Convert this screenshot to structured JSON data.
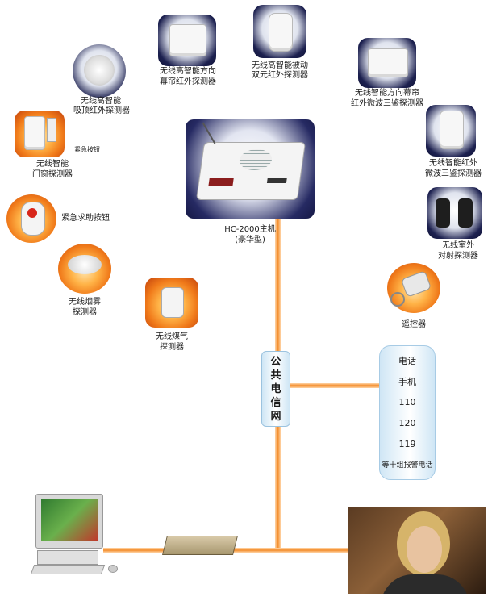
{
  "host": {
    "label_line1": "HC-2000主机",
    "label_line2": "(豪华型)"
  },
  "network": {
    "chars": [
      "公",
      "共",
      "电",
      "信",
      "网"
    ]
  },
  "call_targets": [
    "电话",
    "手机",
    "110",
    "120",
    "119",
    "等十组报警电话"
  ],
  "devices": {
    "ceiling_pir": [
      "无线高智能",
      "吸顶红外探测器"
    ],
    "curtain_pir": [
      "无线高智能方向",
      "幕帘红外探测器"
    ],
    "passive_dual_ir": [
      "无线高智能被动",
      "双元红外探测器"
    ],
    "curtain_microwave": [
      "无线智能方向幕帘",
      "红外微波三鉴探测器"
    ],
    "door_window": [
      "无线智能",
      "门窗探测器"
    ],
    "emergency_note": "紧急按钮",
    "ir_microwave": [
      "无线智能红外",
      "微波三鉴探测器"
    ],
    "panic_button": "紧急求助按钮",
    "outdoor_beam": [
      "无线室外",
      "对射探测器"
    ],
    "smoke": [
      "无线烟雾",
      "探测器"
    ],
    "gas": [
      "无线煤气",
      "探测器"
    ],
    "remote": "遥控器"
  },
  "colors": {
    "wire": "#f38c2a",
    "orb_fire": "#f07a1a",
    "orb_dark": "#1d2150",
    "network_box": "#cfe6f5"
  }
}
